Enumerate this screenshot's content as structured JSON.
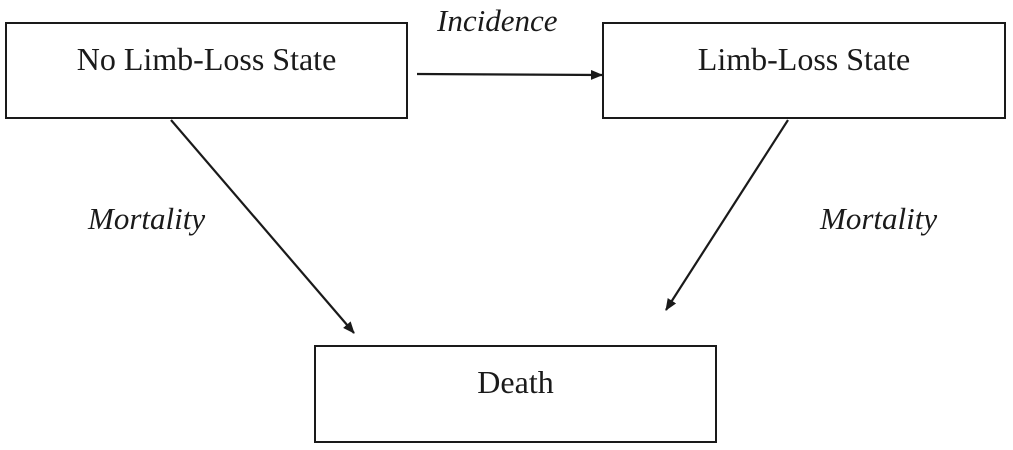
{
  "nodes": {
    "no_limb_loss": {
      "label": "No Limb-Loss State"
    },
    "limb_loss": {
      "label": "Limb-Loss State"
    },
    "death": {
      "label": "Death"
    }
  },
  "edges": {
    "incidence": {
      "from": "No Limb-Loss State",
      "to": "Limb-Loss State",
      "label": "Incidence"
    },
    "mortality_no_limb_loss": {
      "from": "No Limb-Loss State",
      "to": "Death",
      "label": "Mortality"
    },
    "mortality_limb_loss": {
      "from": "Limb-Loss State",
      "to": "Death",
      "label": "Mortality"
    }
  },
  "colors": {
    "line": "#1a1a1a",
    "background": "#ffffff"
  }
}
